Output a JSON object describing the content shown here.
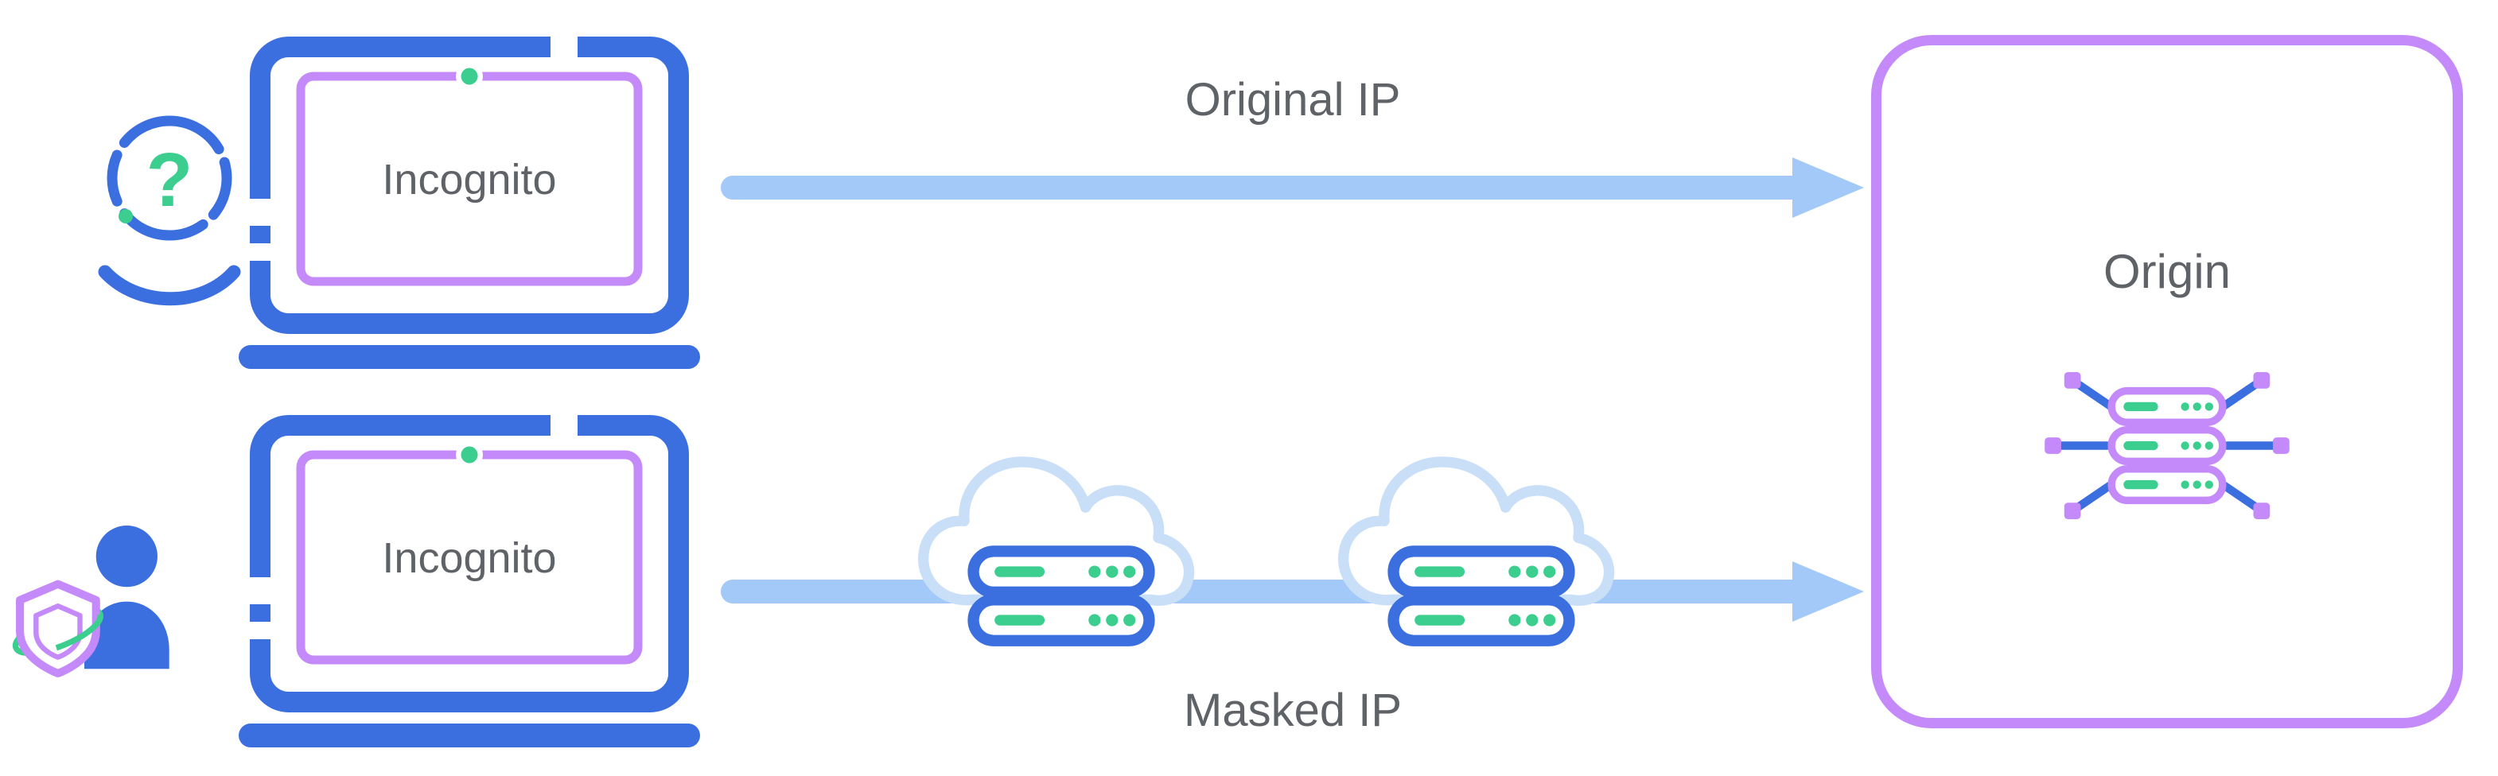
{
  "colors": {
    "blue": "#3B6FE0",
    "purple": "#C58AF9",
    "green": "#3BCE8F",
    "arrow": "#A3C9F8",
    "cloud": "#C9DFF8",
    "text": "#5F6368",
    "bg": "#FFFFFF"
  },
  "nodes": {
    "laptop_top": {
      "label": "Incognito"
    },
    "laptop_bottom": {
      "label": "Incognito"
    },
    "origin": {
      "label": "Origin"
    },
    "anonymous_user": {
      "glyph": "?"
    }
  },
  "edges": {
    "top": {
      "label": "Original IP"
    },
    "bottom": {
      "label": "Masked IP"
    }
  }
}
